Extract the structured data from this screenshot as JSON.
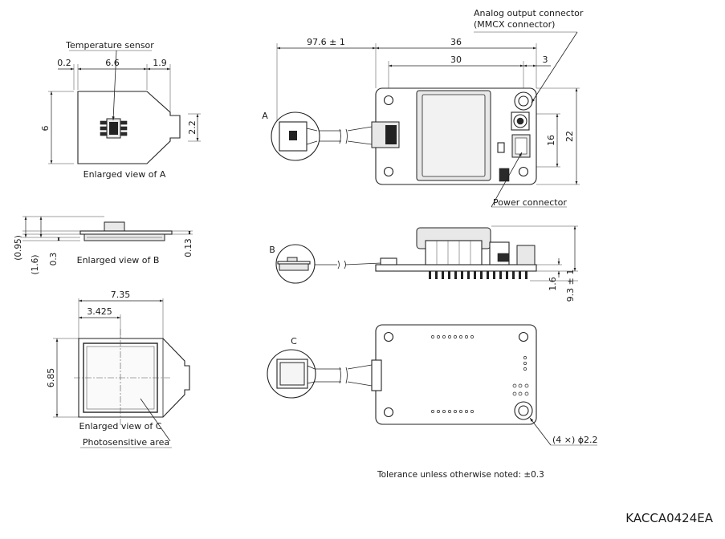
{
  "labels": {
    "temperature_sensor": "Temperature sensor",
    "enlarged_a": "Enlarged view of A",
    "enlarged_b": "Enlarged view of B",
    "enlarged_c": "Enlarged view of C",
    "photosensitive_area": "Photosensitive area",
    "analog_output_1": "Analog output connector",
    "analog_output_2": "(MMCX connector)",
    "power_connector": "Power connector",
    "tolerance_note": "Tolerance unless otherwise noted: ±0.3",
    "drawing_id": "KACCA0424EA",
    "detail_a": "A",
    "detail_b": "B",
    "detail_c": "C",
    "mount_hole": "(4 ×) ϕ2.2"
  },
  "dimensions": {
    "a_left_margin": "0.2",
    "a_width": "6.6",
    "a_right": "1.9",
    "a_height": "6",
    "a_tab": "2.2",
    "b_total": "(0.95)",
    "b_body": "(1.6)",
    "b_window": "0.3",
    "b_plate": "0.13",
    "c_width": "7.35",
    "c_center": "3.425",
    "c_height": "6.85",
    "cable_length": "97.6 ± 1",
    "board_length": "36",
    "hole_pitch": "30",
    "hole_offset": "3",
    "connector_pitch": "16",
    "board_height": "22",
    "pcb_thickness": "1.6",
    "total_height": "9.3 ± 1"
  }
}
